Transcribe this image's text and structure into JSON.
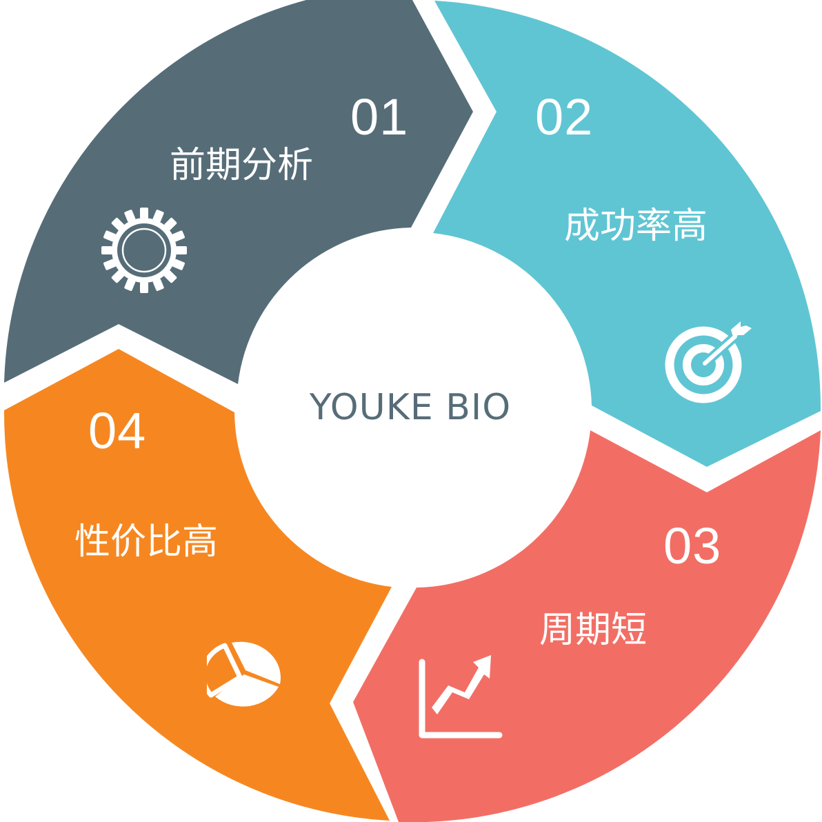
{
  "center": {
    "title": "YOUKE BIO",
    "color": "#566d78"
  },
  "segments": [
    {
      "id": "01",
      "number": "01",
      "label": "前期分析",
      "icon": "gear-icon",
      "color": "#566d78"
    },
    {
      "id": "02",
      "number": "02",
      "label": "成功率高",
      "icon": "target-icon",
      "color": "#5fc5d3"
    },
    {
      "id": "03",
      "number": "03",
      "label": "周期短",
      "icon": "growth-chart-icon",
      "color": "#f26e65"
    },
    {
      "id": "04",
      "number": "04",
      "label": "性价比高",
      "icon": "pie-chart-icon",
      "color": "#f68720"
    }
  ]
}
